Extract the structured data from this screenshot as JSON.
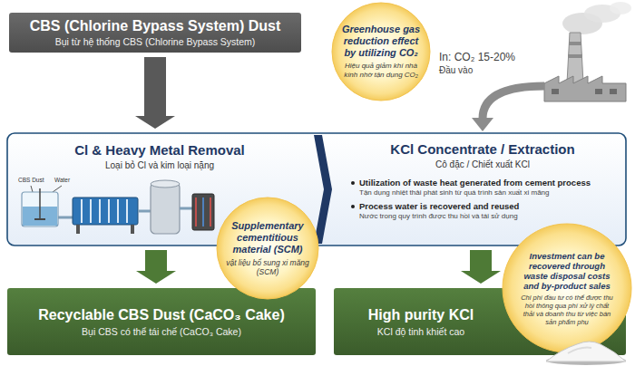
{
  "diagram": {
    "nodes": [
      {
        "text": [
          "CBS (Chlorine Bypass System) Dust",
          "Bụi từ hệ thống CBS (Chlorine Bypass System)"
        ]
      },
      {
        "text": [
          "Greenhouse gas reduction effect by utilizing CO₂",
          "Hiệu quả giảm khí nhà kính nhờ tận dụng CO₂"
        ]
      },
      {
        "text": [
          "Cl & Heavy Metal Removal",
          "Loại bỏ Cl và kim loại nặng"
        ]
      },
      {
        "text": [
          "KCl Concentrate / Extraction",
          "Cô đặc / Chiết xuất KCl",
          "Utilization of waste heat generated from cement process",
          "Tận dụng nhiệt thải phát sinh từ quá trình sản xuất xi măng",
          "Process water is recovered and reused",
          "Nước trong quy trình được thu hồi và tái sử dụng"
        ]
      },
      {
        "text": [
          "Supplementary cementitious material (SCM)",
          "vật liệu bổ sung xi măng (SCM)"
        ]
      },
      {
        "text": [
          "Investment can be recovered through waste disposal costs and by-product sales",
          "Chi phí đầu tư có thể được thu hồi thông qua phí xử lý chất thải và doanh thu từ việc bán sản phẩm phụ"
        ]
      },
      {
        "text": [
          "Recyclable CBS Dust (CaCO₃ Cake)",
          "Bụi CBS có thể tái chế (CaCO₃ Cake)"
        ]
      },
      {
        "text": [
          "High purity KCl",
          "KCl độ tinh khiết cao"
        ]
      }
    ],
    "edges": [
      {
        "from": 0,
        "to": 2,
        "arrow": "to"
      },
      {
        "from": 2,
        "to": 3,
        "arrow": "to"
      },
      {
        "from": 2,
        "to": 6,
        "arrow": "to"
      },
      {
        "from": 3,
        "to": 7,
        "arrow": "to"
      }
    ],
    "labels": [
      "In: CO₂ 15-20%",
      "Đầu vào",
      "CBS Dust",
      "Water"
    ]
  }
}
